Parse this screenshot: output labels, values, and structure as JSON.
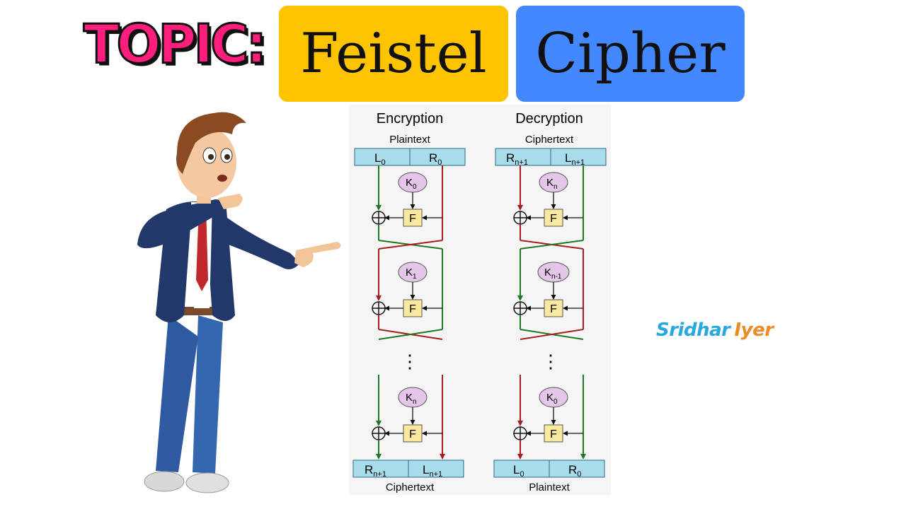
{
  "header": {
    "topic_label": "TOPIC:",
    "title_word1": "Feistel",
    "title_word2": "Cipher"
  },
  "colors": {
    "topic": "#ff1e7c",
    "feistel_box": "#ffc400",
    "cipher_box": "#4488ff",
    "arrow_green": "#1e7a1e",
    "arrow_red": "#a81e1e",
    "block_fill": "#a9dcea",
    "key_fill": "#e3c6e8",
    "f_fill": "#fde8a0",
    "author_first": "#29a8e0",
    "author_last": "#f08a24"
  },
  "diagram": {
    "encryption": {
      "heading": "Encryption",
      "input_label": "Plaintext",
      "input_left": "L",
      "input_left_sub": "0",
      "input_right": "R",
      "input_right_sub": "0",
      "round_keys": [
        {
          "k": "K",
          "sub": "0"
        },
        {
          "k": "K",
          "sub": "1"
        },
        {
          "k": "K",
          "sub": "n"
        }
      ],
      "f_label": "F",
      "dots": "⋮",
      "output_left": "R",
      "output_left_sub": "n+1",
      "output_right": "L",
      "output_right_sub": "n+1",
      "output_label": "Ciphertext"
    },
    "decryption": {
      "heading": "Decryption",
      "input_label": "Ciphertext",
      "input_left": "R",
      "input_left_sub": "n+1",
      "input_right": "L",
      "input_right_sub": "n+1",
      "round_keys": [
        {
          "k": "K",
          "sub": "n"
        },
        {
          "k": "K",
          "sub": "n-1"
        },
        {
          "k": "K",
          "sub": "0"
        }
      ],
      "f_label": "F",
      "dots": "⋮",
      "output_left": "L",
      "output_left_sub": "0",
      "output_right": "R",
      "output_right_sub": "0",
      "output_label": "Plaintext"
    }
  },
  "author": {
    "first": "Sridhar",
    "last": "Iyer"
  },
  "illustration": {
    "icon": "cartoon-businessman-pointing"
  }
}
